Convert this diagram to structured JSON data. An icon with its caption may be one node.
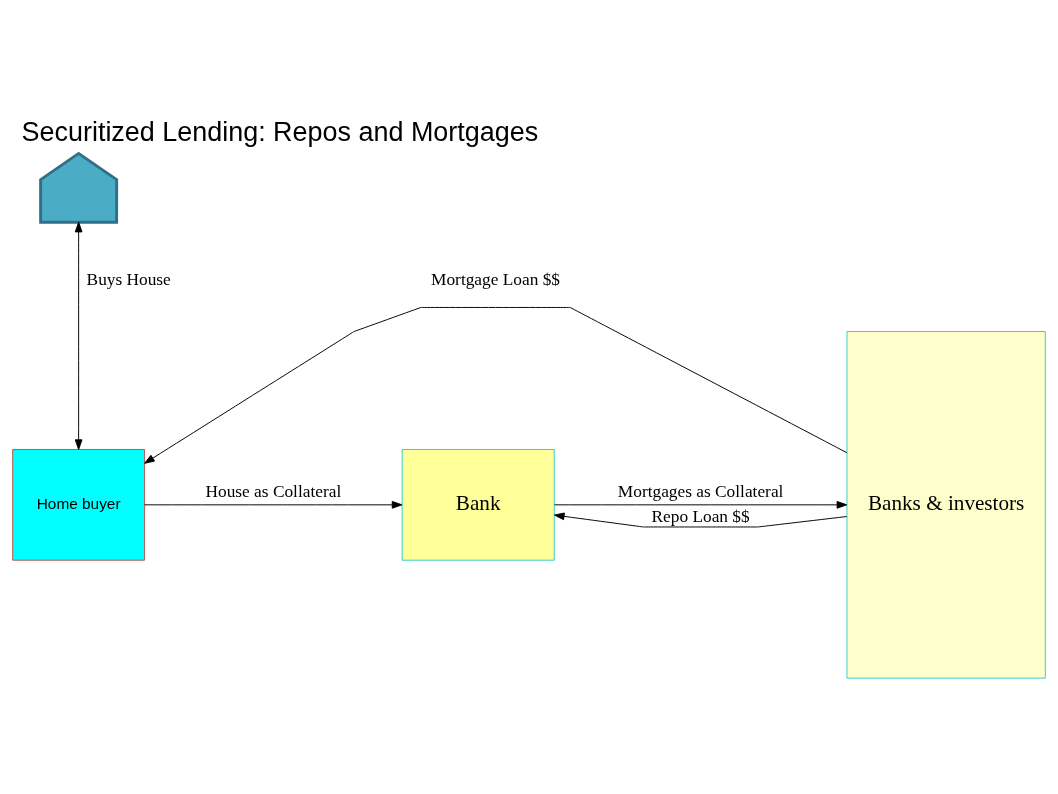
{
  "diagram": {
    "title": "Securitized Lending: Repos and Mortgages",
    "nodes": [
      {
        "text": [
          "Home buyer"
        ]
      },
      {
        "text": [
          "Bank"
        ]
      },
      {
        "text": [
          "Banks & investors"
        ]
      },
      {
        "text": [],
        "shape": "house"
      }
    ],
    "edges": [
      {
        "from": 2,
        "to": 0,
        "arrow": "to",
        "label": "Mortgage Loan $$"
      },
      {
        "from": 2,
        "to": 1,
        "arrow": "to",
        "label": "Repo Loan $$"
      },
      {
        "from": 0,
        "to": 1,
        "arrow": "to",
        "label": "House as Collateral"
      },
      {
        "from": 3,
        "to": 0,
        "arrow": "both",
        "label": "Buys House"
      },
      {
        "from": 1,
        "to": 2,
        "arrow": "to",
        "label": "Mortgages as Collateral"
      }
    ]
  }
}
